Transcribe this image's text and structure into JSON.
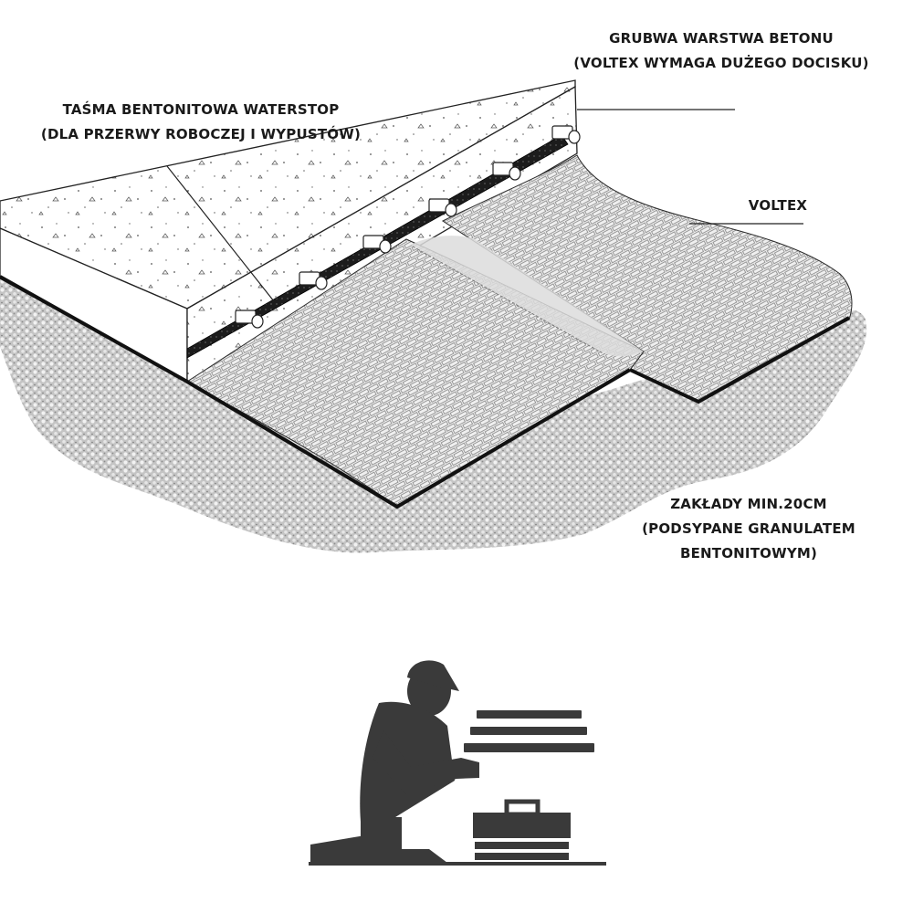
{
  "labels": {
    "concrete": {
      "line1": "GRUBWA WARSTWA BETONU",
      "line2": "(VOLTEX WYMAGA DUŻEGO DOCISKU)"
    },
    "waterstop": {
      "line1": "TAŚMA BENTONITOWA WATERSTOP",
      "line2": "(DLA PRZERWY ROBOCZEJ I WYPUSTÓW)"
    },
    "voltex": {
      "line1": "VOLTEX"
    },
    "overlap": {
      "line1": "ZAKŁADY MIN.20CM",
      "line2": "(PODSYPANE GRANULATEM",
      "line3": "BENTONITOWYM)"
    }
  },
  "colors": {
    "ink": "#1a1a1a",
    "soil": "#a8a8a8",
    "mesh": "#9a9a9a",
    "concrete": "#ffffff",
    "worker": "#3a3a3a"
  },
  "icons": {
    "worker": "worker-kneeling-icon",
    "toolbox": "toolbox-icon",
    "boards": "boards-icon"
  }
}
